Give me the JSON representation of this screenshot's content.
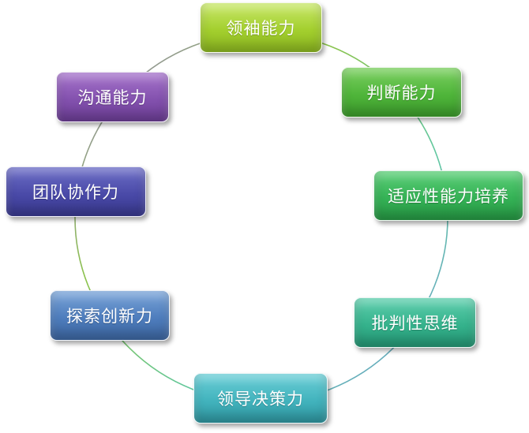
{
  "diagram": {
    "items": [
      {
        "label": "领袖能力",
        "color": "#a3cf2e"
      },
      {
        "label": "判断能力",
        "color": "#4fb53a"
      },
      {
        "label": "适应性能力培养",
        "color": "#35b256"
      },
      {
        "label": "批判性思维",
        "color": "#35b28c"
      },
      {
        "label": "领导决策力",
        "color": "#42b3bd"
      },
      {
        "label": "探索创新力",
        "color": "#4e7dbd"
      },
      {
        "label": "团队协作力",
        "color": "#4a4aa8"
      },
      {
        "label": "沟通能力",
        "color": "#8351ae"
      }
    ]
  }
}
